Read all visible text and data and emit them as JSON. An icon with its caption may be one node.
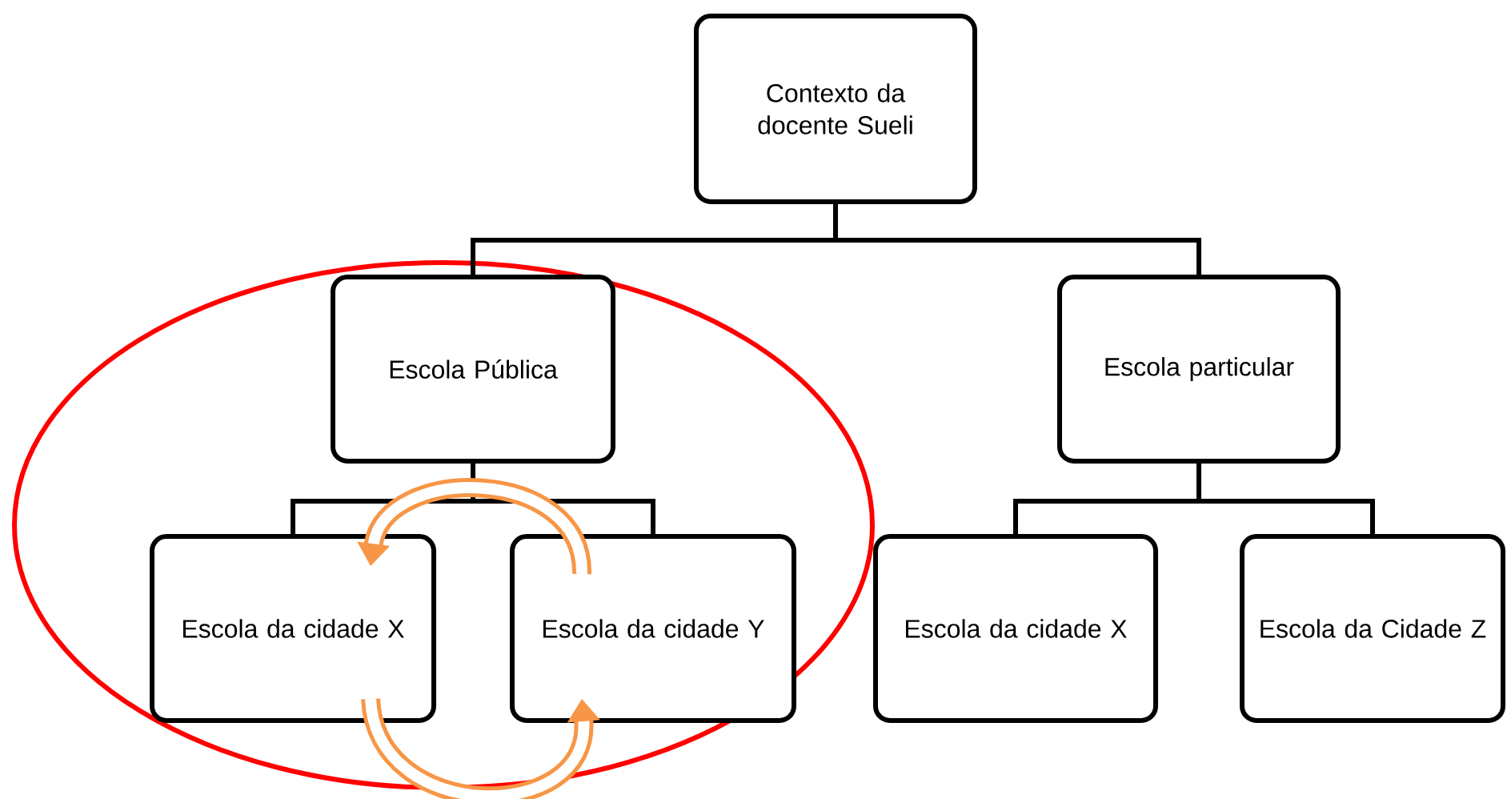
{
  "diagram": {
    "nodes": [
      {
        "text": [
          "Contexto da docente Sueli"
        ]
      },
      {
        "text": [
          "Escola Pública"
        ]
      },
      {
        "text": [
          "Escola particular"
        ]
      },
      {
        "text": [
          "Escola da cidade X"
        ]
      },
      {
        "text": [
          "Escola da cidade Y"
        ]
      },
      {
        "text": [
          "Escola da cidade X"
        ]
      },
      {
        "text": [
          "Escola da Cidade Z"
        ]
      }
    ],
    "edges": [
      {
        "from": 0,
        "to": 1,
        "arrow": "none"
      },
      {
        "from": 0,
        "to": 2,
        "arrow": "none"
      },
      {
        "from": 1,
        "to": 3,
        "arrow": "none"
      },
      {
        "from": 1,
        "to": 4,
        "arrow": "none"
      },
      {
        "from": 2,
        "to": 5,
        "arrow": "none"
      },
      {
        "from": 2,
        "to": 6,
        "arrow": "none"
      },
      {
        "from": 4,
        "to": 3,
        "arrow": "to",
        "style": "thick",
        "color": "#f79646"
      },
      {
        "from": 3,
        "to": 4,
        "arrow": "to",
        "style": "thick",
        "color": "#f79646"
      }
    ]
  }
}
